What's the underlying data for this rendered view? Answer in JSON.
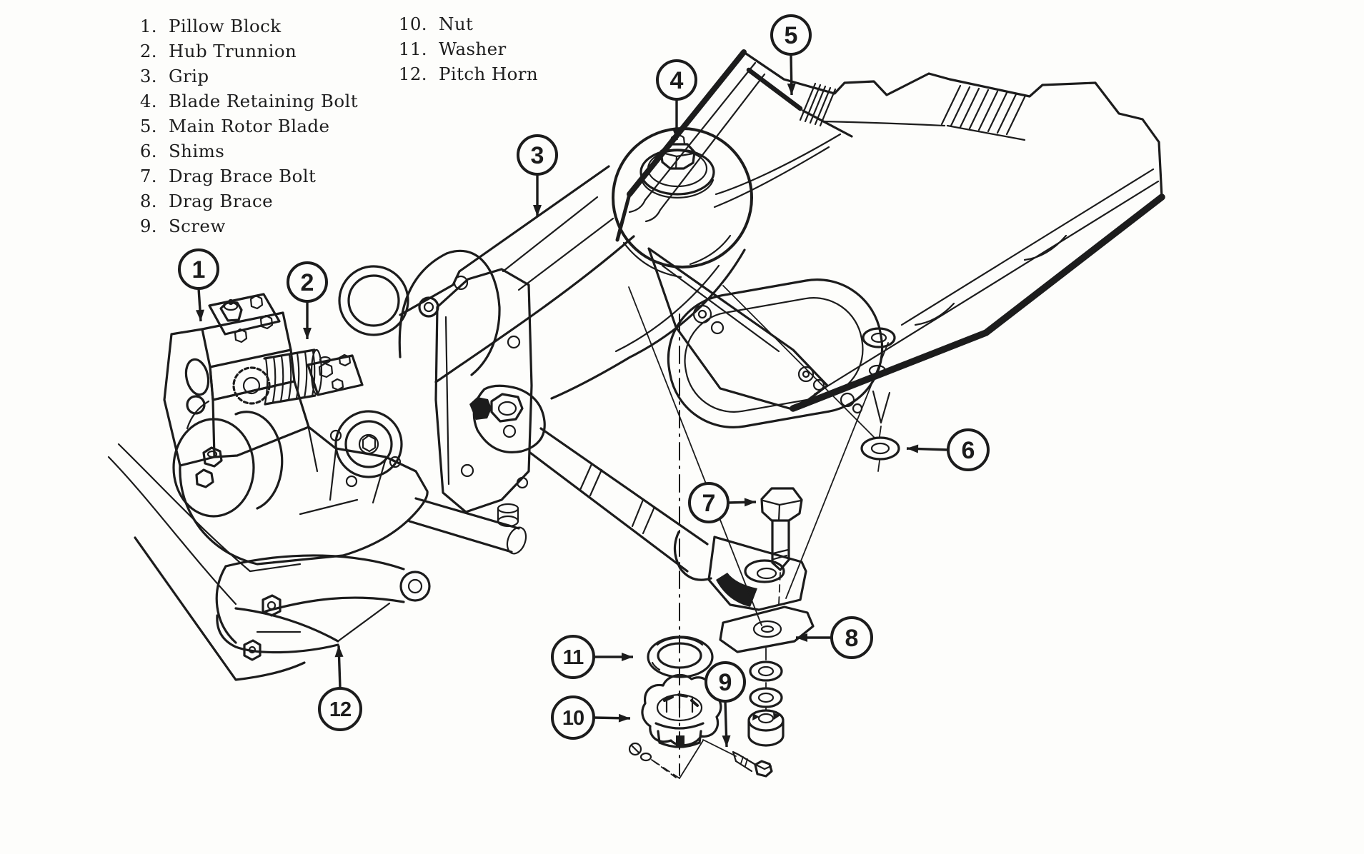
{
  "figure": {
    "kind": "scanned parts-identification line diagram",
    "subject": "Helicopter main rotor hub, grip and blade attachment (exploded view)",
    "ink_color": "#1c1c1c",
    "paper_color": "#fdfdfb"
  },
  "legend": {
    "column1": {
      "items": [
        {
          "number": "1.",
          "label": "Pillow Block"
        },
        {
          "number": "2.",
          "label": "Hub Trunnion"
        },
        {
          "number": "3.",
          "label": "Grip"
        },
        {
          "number": "4.",
          "label": "Blade Retaining Bolt"
        },
        {
          "number": "5.",
          "label": "Main Rotor Blade"
        },
        {
          "number": "6.",
          "label": "Shims"
        },
        {
          "number": "7.",
          "label": "Drag Brace Bolt"
        },
        {
          "number": "8.",
          "label": "Drag Brace"
        },
        {
          "number": "9.",
          "label": "Screw"
        }
      ]
    },
    "column2": {
      "items": [
        {
          "number": "10.",
          "label": "Nut"
        },
        {
          "number": "11.",
          "label": "Washer"
        },
        {
          "number": "12.",
          "label": "Pitch Horn"
        }
      ]
    }
  },
  "callouts": [
    {
      "number": "1"
    },
    {
      "number": "2"
    },
    {
      "number": "3"
    },
    {
      "number": "4"
    },
    {
      "number": "5"
    },
    {
      "number": "6"
    },
    {
      "number": "7"
    },
    {
      "number": "8"
    },
    {
      "number": "9"
    },
    {
      "number": "10"
    },
    {
      "number": "11"
    },
    {
      "number": "12"
    }
  ]
}
